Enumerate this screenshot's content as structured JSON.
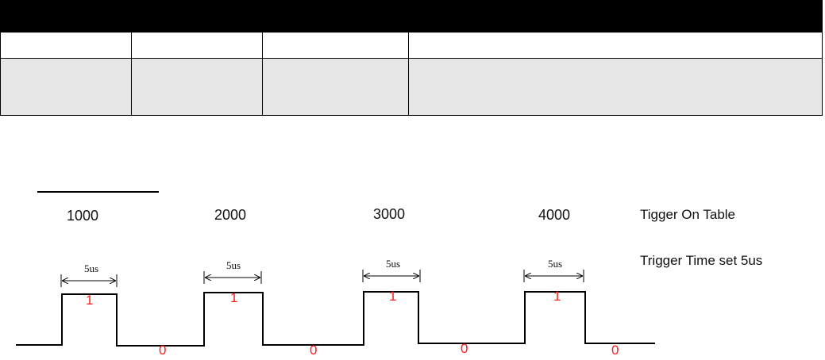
{
  "table": {
    "header": [
      "",
      "",
      "",
      ""
    ],
    "rows": [
      [
        "",
        "",
        "",
        ""
      ],
      [
        "",
        "",
        "",
        ""
      ]
    ]
  },
  "diagram": {
    "positions": [
      "1000",
      "2000",
      "3000",
      "4000"
    ],
    "trigger_on_label": "Tigger On  Table",
    "trigger_time_label": "Trigger Time set 5us",
    "pulse_width_label": "5us",
    "high_bit_label": "1",
    "low_bit_label": "0",
    "line_color": "#000000",
    "bit_color": "#ff1a1a"
  }
}
